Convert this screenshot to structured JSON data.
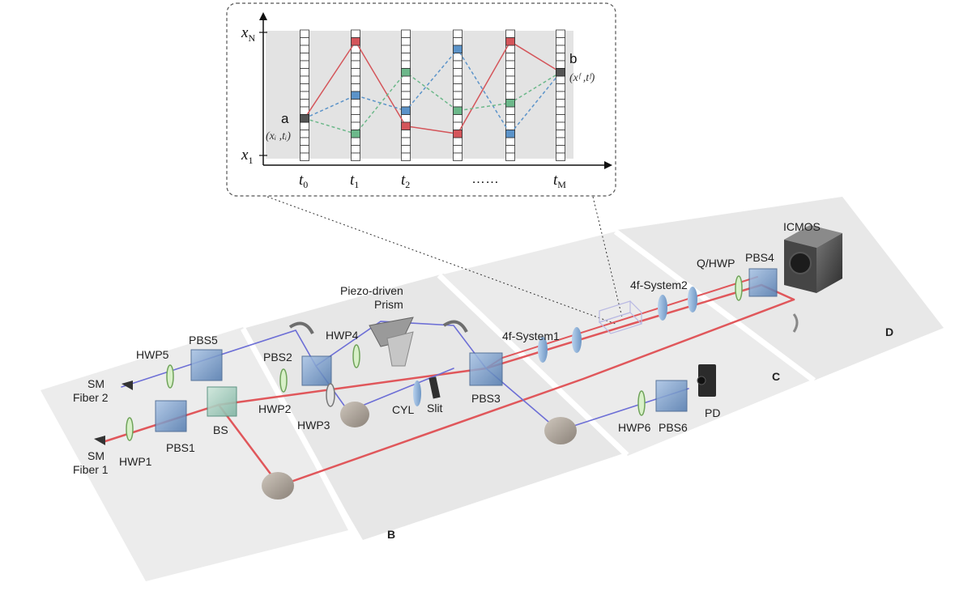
{
  "inset": {
    "y_axis": {
      "top_label": "x",
      "top_sub": "N",
      "bottom_label": "x",
      "bottom_sub": "1"
    },
    "x_ticks": [
      {
        "base": "t",
        "sub": "0"
      },
      {
        "base": "t",
        "sub": "1"
      },
      {
        "base": "t",
        "sub": "2"
      },
      {
        "base": "",
        "sub": "",
        "text": "……"
      },
      {
        "base": "t",
        "sub": "M"
      }
    ],
    "point_a": {
      "name": "a",
      "coords": "(xᵢ ,tᵢ)"
    },
    "point_b": {
      "name": "b",
      "coords": "(xᶠ ,tᶠ)"
    },
    "colors": {
      "red": "#d4555a",
      "blue": "#5b93c9",
      "green": "#6cb88a",
      "gray_bg": "#e3e3e3",
      "dark_cell": "#555555"
    }
  },
  "regions": {
    "b": "B",
    "c": "C",
    "d": "D"
  },
  "components": {
    "icmos": "ICMOS",
    "pbs4": "PBS4",
    "qhwp": "Q/HWP",
    "fsys2": "4f-System2",
    "fsys1": "4f-System1",
    "piezo_line1": "Piezo-driven",
    "piezo_line2": "Prism",
    "hwp4": "HWP4",
    "pbs2": "PBS2",
    "hwp5": "HWP5",
    "pbs5": "PBS5",
    "smf2_line1": "SM",
    "smf2_line2": "Fiber 2",
    "hwp2": "HWP2",
    "hwp3": "HWP3",
    "cyl": "CYL",
    "slit": "Slit",
    "pbs3": "PBS3",
    "pd": "PD",
    "hwp6": "HWP6",
    "pbs6": "PBS6",
    "smf1_line1": "SM",
    "smf1_line2": "Fiber 1",
    "hwp1": "HWP1",
    "pbs1": "PBS1",
    "bs": "BS"
  },
  "beam_colors": {
    "red": "#e0575b",
    "blue": "#6d6fd6"
  }
}
